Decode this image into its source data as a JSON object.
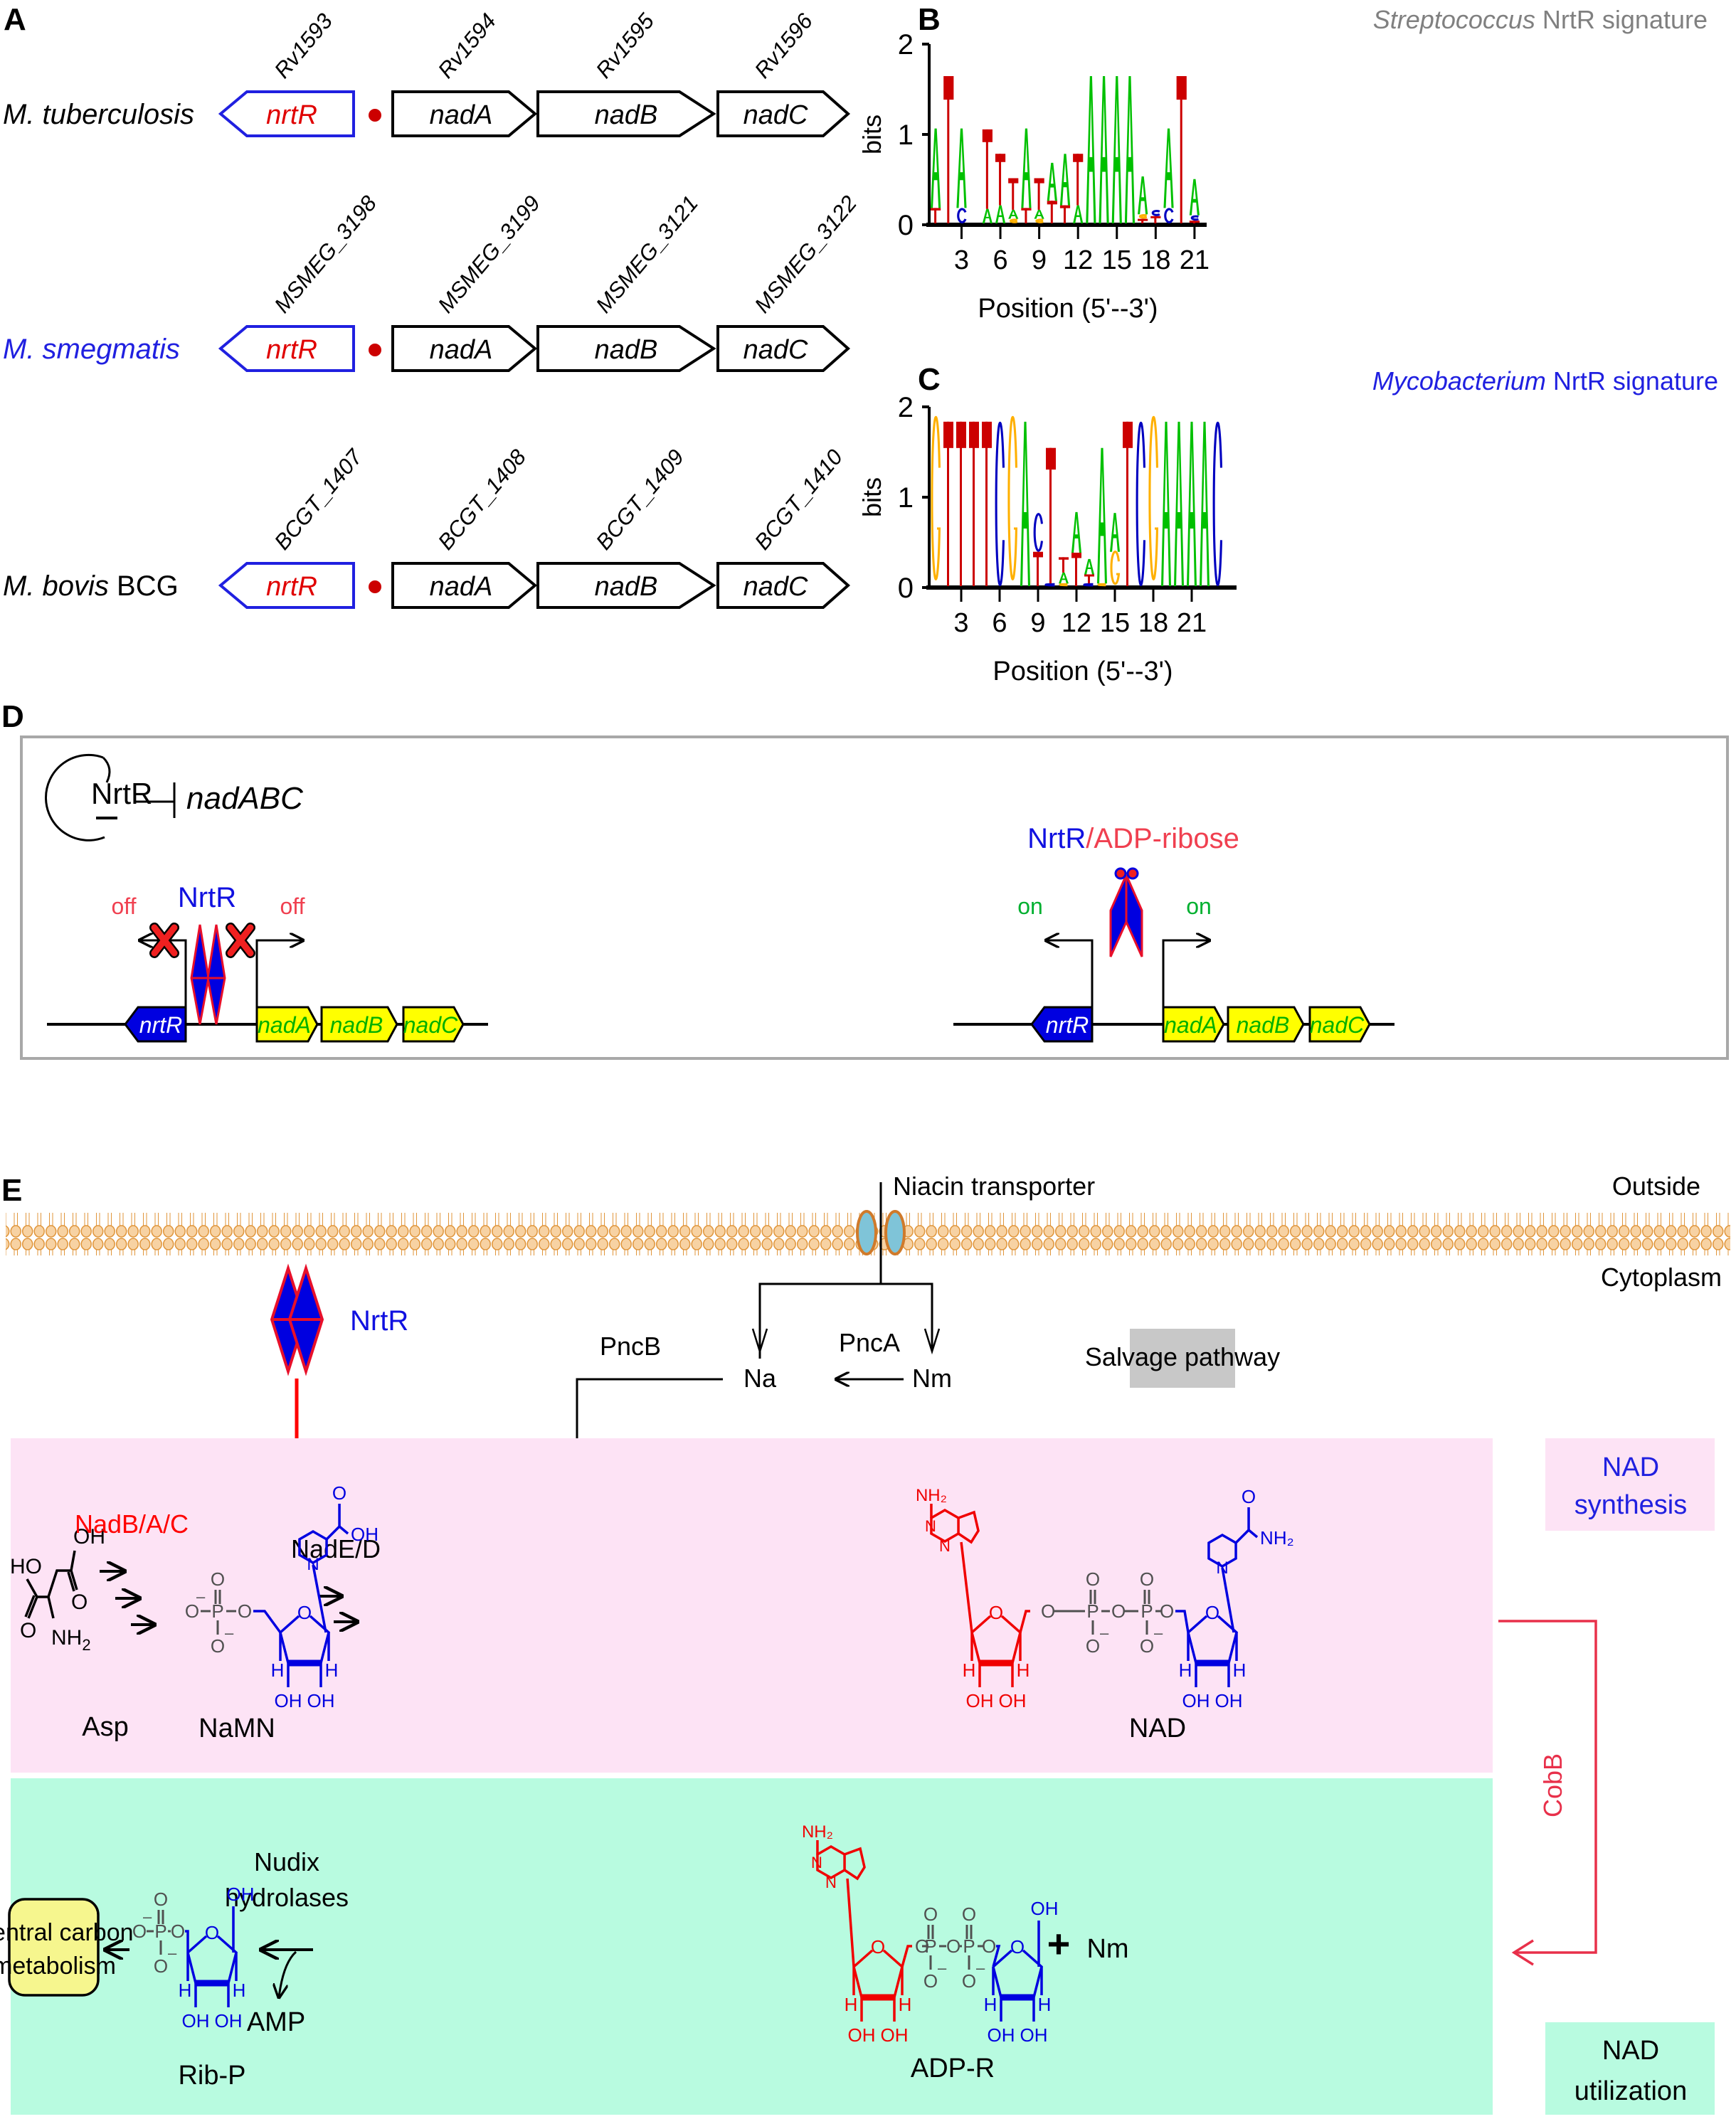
{
  "panel_labels": {
    "a": "A",
    "b": "B",
    "c": "C",
    "d": "D",
    "e": "E"
  },
  "colors": {
    "red": "#e00000",
    "blue": "#0000e0",
    "green": "#00c000",
    "orange": "#ffb000",
    "logo_red": "#cc0000",
    "pink_bg": "#fde3f5",
    "mint_bg": "#b8fbe0",
    "yellow_gene": "#ffff00",
    "salvage_bg": "#c8c8c8",
    "membrane": "#f7d2a3"
  },
  "panel_a": {
    "organisms": [
      {
        "name": "M. tuberculosis",
        "name_color": "#000000",
        "extra": "",
        "locus_tags": [
          "Rv1593",
          "Rv1594",
          "Rv1595",
          "Rv1596"
        ]
      },
      {
        "name": "M. smegmatis",
        "name_color": "#2020e0",
        "extra": "",
        "locus_tags": [
          "MSMEG_3198",
          "MSMEG_3199",
          "MSMEG_3121",
          "MSMEG_3122"
        ]
      },
      {
        "name": "M. bovis",
        "name_color": "#000000",
        "extra": "BCG",
        "locus_tags": [
          "BCGT_1407",
          "BCGT_1408",
          "BCGT_1409",
          "BCGT_1410"
        ]
      }
    ],
    "genes": [
      "nrtR",
      "nadA",
      "nadB",
      "nadC"
    ]
  },
  "panel_b": {
    "title_italic": "Streptococcus",
    "title_rest": " NrtR signature",
    "title_color": "#808080"
  },
  "panel_c": {
    "title_italic": "Mycobacterium",
    "title_rest": " NrtR signature",
    "title_color": "#2020e0"
  },
  "chart_data": [
    {
      "type": "sequence-logo",
      "title": "Streptococcus NrtR signature",
      "xlabel": "Position (5'--3')",
      "ylabel": "bits",
      "ylim": [
        0,
        2
      ],
      "yticks": [
        "0",
        "1",
        "2"
      ],
      "xticks": [
        "3",
        "6",
        "9",
        "12",
        "15",
        "18",
        "21"
      ],
      "positions": [
        [
          {
            "b": "T",
            "h": 0.17
          },
          {
            "b": "A",
            "h": 0.88
          }
        ],
        [
          {
            "b": "T",
            "h": 1.63
          }
        ],
        [
          {
            "b": "C",
            "h": 0.17
          },
          {
            "b": "A",
            "h": 0.88
          }
        ],
        [],
        [
          {
            "b": "A",
            "h": 0.16
          },
          {
            "b": "T",
            "h": 0.88
          }
        ],
        [
          {
            "b": "A",
            "h": 0.2
          },
          {
            "b": "T",
            "h": 0.57
          }
        ],
        [
          {
            "b": "G",
            "h": 0.05
          },
          {
            "b": "A",
            "h": 0.1
          },
          {
            "b": "T",
            "h": 0.35
          }
        ],
        [
          {
            "b": "T",
            "h": 0.17
          },
          {
            "b": "A",
            "h": 0.88
          }
        ],
        [
          {
            "b": "G",
            "h": 0.05
          },
          {
            "b": "A",
            "h": 0.1
          },
          {
            "b": "T",
            "h": 0.35
          }
        ],
        [
          {
            "b": "T",
            "h": 0.25
          },
          {
            "b": "A",
            "h": 0.42
          }
        ],
        [
          {
            "b": "T",
            "h": 0.2
          },
          {
            "b": "A",
            "h": 0.57
          }
        ],
        [
          {
            "b": "A",
            "h": 0.2
          },
          {
            "b": "T",
            "h": 0.57
          }
        ],
        [
          {
            "b": "A",
            "h": 1.63
          }
        ],
        [
          {
            "b": "A",
            "h": 1.63
          }
        ],
        [
          {
            "b": "A",
            "h": 1.63
          }
        ],
        [
          {
            "b": "A",
            "h": 1.63
          }
        ],
        [
          {
            "b": "T",
            "h": 0.05
          },
          {
            "b": "G",
            "h": 0.05
          },
          {
            "b": "A",
            "h": 0.42
          }
        ],
        [
          {
            "b": "T",
            "h": 0.08
          },
          {
            "b": "C",
            "h": 0.07
          }
        ],
        [
          {
            "b": "C",
            "h": 0.17
          },
          {
            "b": "A",
            "h": 0.88
          }
        ],
        [
          {
            "b": "T",
            "h": 1.63
          }
        ],
        [
          {
            "b": "T",
            "h": 0.03
          },
          {
            "b": "C",
            "h": 0.06
          },
          {
            "b": "A",
            "h": 0.4
          }
        ]
      ]
    },
    {
      "type": "sequence-logo",
      "title": "Mycobacterium NrtR signature",
      "xlabel": "Position (5'--3')",
      "ylabel": "bits",
      "ylim": [
        0,
        2
      ],
      "yticks": [
        "0",
        "1",
        "2"
      ],
      "xticks": [
        "3",
        "6",
        "9",
        "12",
        "15",
        "18",
        "21"
      ],
      "positions": [
        [
          {
            "b": "G",
            "h": 1.82
          }
        ],
        [
          {
            "b": "T",
            "h": 1.82
          }
        ],
        [
          {
            "b": "T",
            "h": 1.82
          }
        ],
        [
          {
            "b": "T",
            "h": 1.82
          }
        ],
        [
          {
            "b": "T",
            "h": 1.82
          }
        ],
        [
          {
            "b": "C",
            "h": 1.82
          }
        ],
        [
          {
            "b": "G",
            "h": 1.82
          }
        ],
        [
          {
            "b": "A",
            "h": 1.82
          }
        ],
        [
          {
            "b": "T",
            "h": 0.38
          },
          {
            "b": "C",
            "h": 0.43
          }
        ],
        [
          {
            "b": "C",
            "h": 0.03
          },
          {
            "b": "T",
            "h": 1.5
          }
        ],
        [
          {
            "b": "G",
            "h": 0.03
          },
          {
            "b": "A",
            "h": 0.12
          },
          {
            "b": "T",
            "h": 0.17
          }
        ],
        [
          {
            "b": "T",
            "h": 0.37
          },
          {
            "b": "A",
            "h": 0.45
          }
        ],
        [
          {
            "b": "C",
            "h": 0.03
          },
          {
            "b": "T",
            "h": 0.1
          },
          {
            "b": "A",
            "h": 0.17
          }
        ],
        [
          {
            "b": "G",
            "h": 0.03
          },
          {
            "b": "A",
            "h": 1.5
          }
        ],
        [
          {
            "b": "G",
            "h": 0.38
          },
          {
            "b": "A",
            "h": 0.43
          }
        ],
        [
          {
            "b": "T",
            "h": 1.82
          }
        ],
        [
          {
            "b": "C",
            "h": 1.82
          }
        ],
        [
          {
            "b": "G",
            "h": 1.82
          }
        ],
        [
          {
            "b": "A",
            "h": 1.82
          }
        ],
        [
          {
            "b": "A",
            "h": 1.82
          }
        ],
        [
          {
            "b": "A",
            "h": 1.82
          }
        ],
        [
          {
            "b": "A",
            "h": 1.82
          }
        ],
        [
          {
            "b": "C",
            "h": 1.82
          }
        ]
      ]
    }
  ],
  "panel_d": {
    "autoreg_label": "NrtR",
    "target_label": "nadABC",
    "repressed": {
      "protein": "NrtR",
      "left_state": "off",
      "right_state": "off"
    },
    "induced": {
      "protein": "NrtR",
      "ligand": "/ADP-ribose",
      "left_state": "on",
      "right_state": "on"
    },
    "genes": [
      "nrtR",
      "nadA",
      "nadB",
      "nadC"
    ]
  },
  "panel_e": {
    "transporter": "Niacin transporter",
    "outside": "Outside",
    "cytoplasm": "Cytoplasm",
    "repressor": "NrtR",
    "enzymes": {
      "pncb": "PncB",
      "pnca": "PncA",
      "nadbac": "NadB/A/C",
      "nade": "NadE/D",
      "nudix_1": "Nudix",
      "nudix_2": "hydrolases",
      "cobb": "CobB"
    },
    "metabolites": {
      "na": "Na",
      "nm": "Nm",
      "asp": "Asp",
      "namn": "NaMN",
      "nad": "NAD",
      "adpr": "ADP-R",
      "ribp": "Rib-P",
      "amp": "AMP",
      "nm2": "Nm",
      "plus": "+"
    },
    "salvage_label": "Salvage pathway",
    "synthesis_label_1": "NAD",
    "synthesis_label_2": "synthesis",
    "utilization_label_1": "NAD",
    "utilization_label_2": "utilization",
    "ccm_1": "Central carbon",
    "ccm_2": "metabolism"
  }
}
